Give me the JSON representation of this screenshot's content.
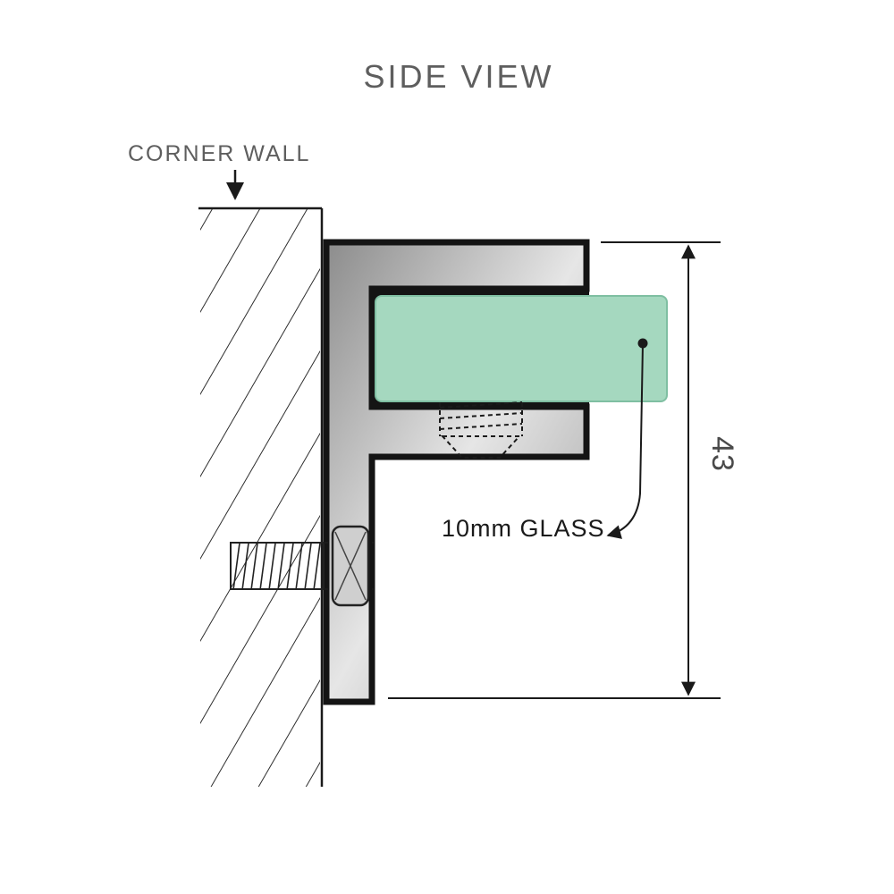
{
  "title": "SIDE VIEW",
  "wall": {
    "label": "CORNER WALL"
  },
  "glass": {
    "label": "10mm GLASS"
  },
  "dimension": {
    "value": "43"
  },
  "colors": {
    "label_gray": "#5e5e5e",
    "line_black": "#1a1a1a",
    "glass_fill": "#a5d8bf",
    "glass_border": "#7fbfa2",
    "metal_dark": "#8c8c8c",
    "metal_light": "#e6e6e6",
    "metal_mid": "#9c9c9c"
  }
}
